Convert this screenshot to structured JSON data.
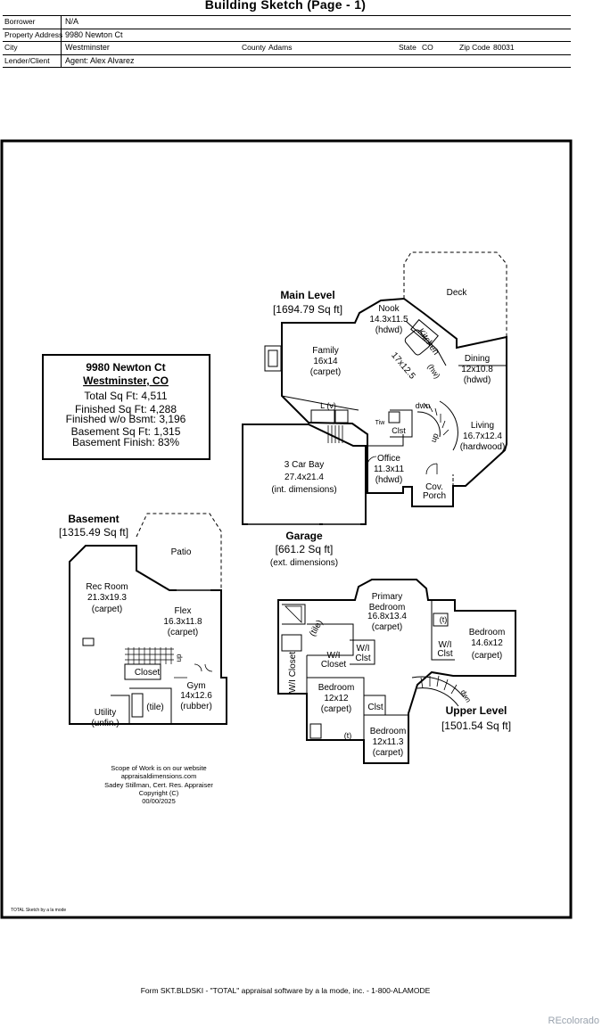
{
  "page_title": "Building Sketch (Page - 1)",
  "header": {
    "borrower_label": "Borrower",
    "borrower": "N/A",
    "address_label": "Property Address",
    "address": "9980 Newton Ct",
    "city_label": "City",
    "city": "Westminster",
    "county_label": "County",
    "county": "Adams",
    "state_label": "State",
    "state": "CO",
    "zip_label": "Zip Code",
    "zip": "80031",
    "lender_label": "Lender/Client",
    "lender": "Agent: Alex Alvarez"
  },
  "summary": {
    "line1": "9980 Newton Ct",
    "line2": "Westminster, CO",
    "total": "Total Sq Ft: 4,511",
    "finished": "Finished Sq Ft: 4,288",
    "finished_wo_bsmt": "Finished w/o Bsmt: 3,196",
    "basement_sqft": "Basement Sq Ft: 1,315",
    "basement_finish": "Basement Finish: 83%"
  },
  "main_level": {
    "title": "Main Level",
    "area": "[1694.79 Sq ft]",
    "deck": "Deck",
    "nook": [
      "Nook",
      "14.3x11.5",
      "(hdwd)"
    ],
    "kitchen": "Kitchen",
    "family": [
      "Family",
      "16x14",
      "(carpet)"
    ],
    "dining": [
      "Dining",
      "12x10.8",
      "(hdwd)"
    ],
    "island_dim": "17x12.5",
    "hw": "(hw)",
    "laundry": "L (v)",
    "dwn": "dwn",
    "up": "up",
    "clst": "Clst",
    "tiw": "Tiw",
    "living": [
      "Living",
      "16.7x12.4",
      "(hardwood)"
    ],
    "office": [
      "Office",
      "11.3x11",
      "(hdwd)"
    ],
    "porch": [
      "Cov.",
      "Porch"
    ]
  },
  "garage": {
    "bay": [
      "3 Car Bay",
      "27.4x21.4",
      "(int. dimensions)"
    ],
    "title": "Garage",
    "area": "[661.2 Sq ft]",
    "note": "(ext. dimensions)"
  },
  "basement": {
    "title": "Basement",
    "area": "[1315.49 Sq ft]",
    "patio": "Patio",
    "rec": [
      "Rec Room",
      "21.3x19.3",
      "(carpet)"
    ],
    "flex": [
      "Flex",
      "16.3x11.8",
      "(carpet)"
    ],
    "closet": "Closet",
    "up": "up",
    "gym": [
      "Gym",
      "14x12.6",
      "(rubber)"
    ],
    "tile": "(tile)",
    "utility": [
      "Utility",
      "(unfin.)"
    ]
  },
  "upper_level": {
    "title": "Upper Level",
    "area": "[1501.54 Sq ft]",
    "primary": [
      "Primary",
      "Bedroom",
      "16.8x13.4",
      "(carpet)"
    ],
    "tile": "(tile)",
    "wi_clst_a": [
      "W/I",
      "Clst"
    ],
    "wi_clst_b": [
      "W/I",
      "Clst"
    ],
    "wi_closet_a": [
      "W/I",
      "Closet"
    ],
    "wi_closet_v": "W/I Closet",
    "t1": "(t)",
    "t2": "(t)",
    "bed_east": [
      "Bedroom",
      "14.6x12",
      "(carpet)"
    ],
    "bed_mid": [
      "Bedroom",
      "12x12",
      "(carpet)"
    ],
    "bed_south": [
      "Bedroom",
      "12x11.3",
      "(carpet)"
    ],
    "clst": "Clst",
    "dwn": "dwn"
  },
  "scope": [
    "Scope of Work is on our website",
    "appraisaldimensions.com",
    "Sadey Stillman, Cert. Res. Appraiser",
    "Copyright (C)",
    "00/00/2025"
  ],
  "sketch_credit": "TOTAL Sketch by a la mode",
  "footer": "Form SKT.BLDSKI - \"TOTAL\" appraisal software by a la mode, inc. - 1-800-ALAMODE",
  "watermark": "REcolorado"
}
